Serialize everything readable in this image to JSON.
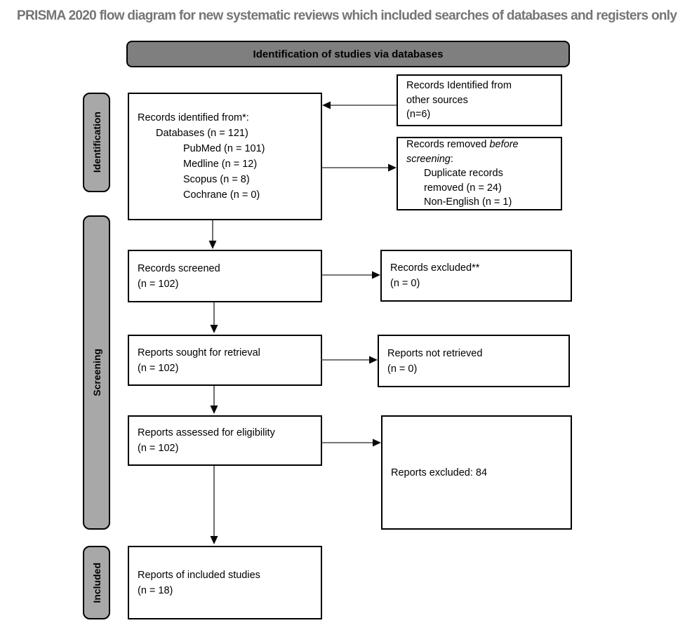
{
  "title": "PRISMA 2020 flow diagram for new systematic reviews which included searches of databases and registers only",
  "header": {
    "label": "Identification of studies via databases"
  },
  "stage_labels": {
    "identification": "Identification",
    "screening": "Screening",
    "included": "Included"
  },
  "colors": {
    "header_fill": "#7f7f7f",
    "stage_label_fill": "#a8a8a8",
    "box_border": "#000000",
    "title_text": "#757575",
    "arrow": "#4a4a4a"
  },
  "boxes": {
    "records_identified": {
      "title_line": "Records identified from*:",
      "database_line": "Databases (n = 121)",
      "sources": [
        "PubMed (n = 101)",
        "Medline (n = 12)",
        "Scopus (n = 8)",
        "Cochrane (n = 0)"
      ]
    },
    "other_sources": {
      "lines": [
        "Records Identified from",
        "other sources",
        "(n=6)"
      ]
    },
    "records_removed": {
      "line1_normal": "Records removed ",
      "line1_italic": "before",
      "line2_italic": "screening",
      "line2_normal": ":",
      "items": [
        "Duplicate records",
        "removed (n = 24)",
        "Non-English (n = 1)"
      ]
    },
    "records_screened": {
      "lines": [
        "Records screened",
        "(n = 102)"
      ]
    },
    "records_excluded": {
      "lines": [
        "Records excluded**",
        "(n = 0)"
      ]
    },
    "reports_sought": {
      "lines": [
        "Reports sought for retrieval",
        "(n = 102)"
      ]
    },
    "reports_not_retrieved": {
      "lines": [
        "Reports not retrieved",
        "(n = 0)"
      ]
    },
    "reports_assessed": {
      "lines": [
        "Reports assessed for eligibility",
        "(n = 102)"
      ]
    },
    "reports_excluded": {
      "lines": [
        "Reports excluded: 84"
      ]
    },
    "reports_included": {
      "lines": [
        "Reports of included studies",
        "(n = 18)"
      ]
    }
  }
}
